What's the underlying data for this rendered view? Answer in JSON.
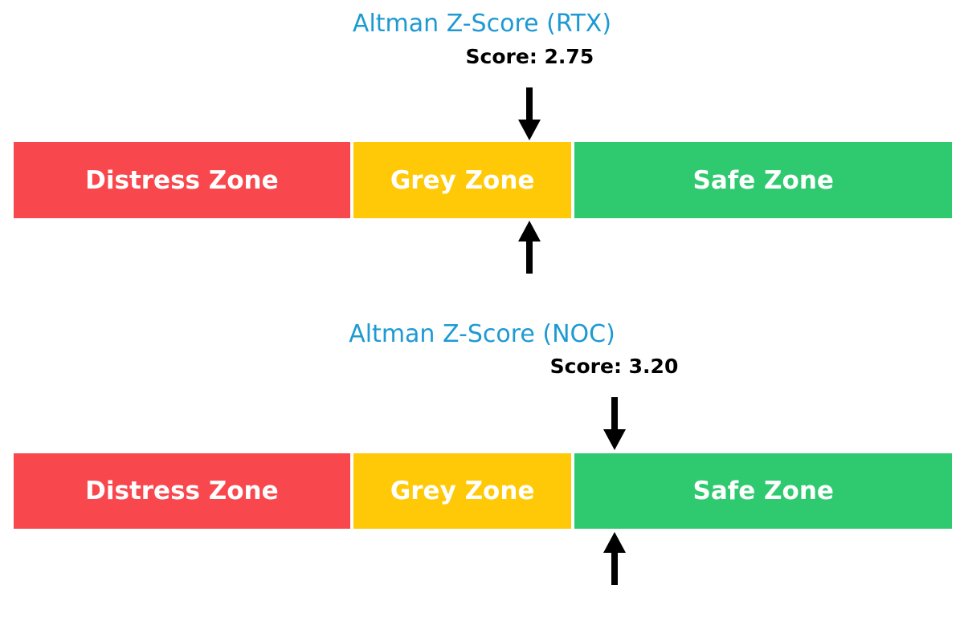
{
  "figure": {
    "background_color": "#FFFFFF",
    "title_color": "#1E9AD3",
    "score_text_color": "#000000",
    "zone_label_color": "#FFFFFF",
    "arrow_color": "#000000"
  },
  "chart_data": [
    {
      "type": "bar",
      "subtype": "zone-gauge",
      "title": "Altman Z-Score (RTX)",
      "score": 2.75,
      "score_label": "Score: 2.75",
      "axis_range": [
        0,
        5
      ],
      "grid": false,
      "zones": [
        {
          "label": "Distress Zone",
          "from": 0,
          "to": 1.81,
          "color": "#F8484E"
        },
        {
          "label": "Grey Zone",
          "from": 1.81,
          "to": 2.99,
          "color": "#FFC907"
        },
        {
          "label": "Safe Zone",
          "from": 2.99,
          "to": 5,
          "color": "#2FCA70"
        }
      ]
    },
    {
      "type": "bar",
      "subtype": "zone-gauge",
      "title": "Altman Z-Score (NOC)",
      "score": 3.2,
      "score_label": "Score: 3.20",
      "axis_range": [
        0,
        5
      ],
      "grid": false,
      "zones": [
        {
          "label": "Distress Zone",
          "from": 0,
          "to": 1.81,
          "color": "#F8484E"
        },
        {
          "label": "Grey Zone",
          "from": 1.81,
          "to": 2.99,
          "color": "#FFC907"
        },
        {
          "label": "Safe Zone",
          "from": 2.99,
          "to": 5,
          "color": "#2FCA70"
        }
      ]
    }
  ]
}
